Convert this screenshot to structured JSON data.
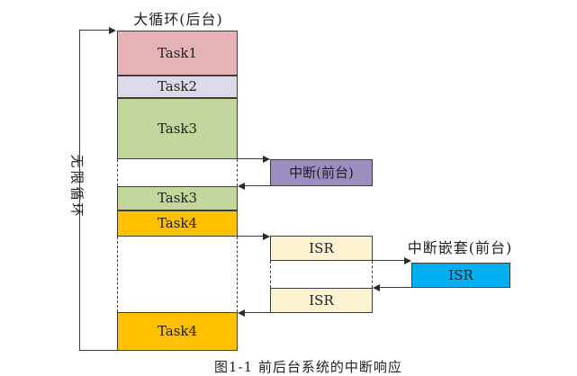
{
  "diagram": {
    "background_loop_title": "大循环(后台)",
    "infinite_loop_label": "无限循环",
    "nested_interrupt_title": "中断嵌套(前台)",
    "caption_partial": "图1-1 前后台系统的中断响应",
    "blocks": {
      "task1": {
        "label": "Task1"
      },
      "task2": {
        "label": "Task2"
      },
      "task3a": {
        "label": "Task3"
      },
      "task3b": {
        "label": "Task3"
      },
      "task4a": {
        "label": "Task4"
      },
      "task4b": {
        "label": "Task4"
      },
      "interrupt": {
        "label": "中断(前台)"
      },
      "isr1": {
        "label": "ISR"
      },
      "isr2": {
        "label": "ISR"
      },
      "isr_nested": {
        "label": "ISR"
      }
    }
  },
  "colors": {
    "task1": "#e5b2b5",
    "task2": "#ded9e9",
    "task3": "#c3d69b",
    "task4": "#ffc000",
    "interrupt": "#9c8ec1",
    "isr": "#fdf2d0",
    "isr_nested": "#00b0f0",
    "line": "#3a3a3a"
  }
}
